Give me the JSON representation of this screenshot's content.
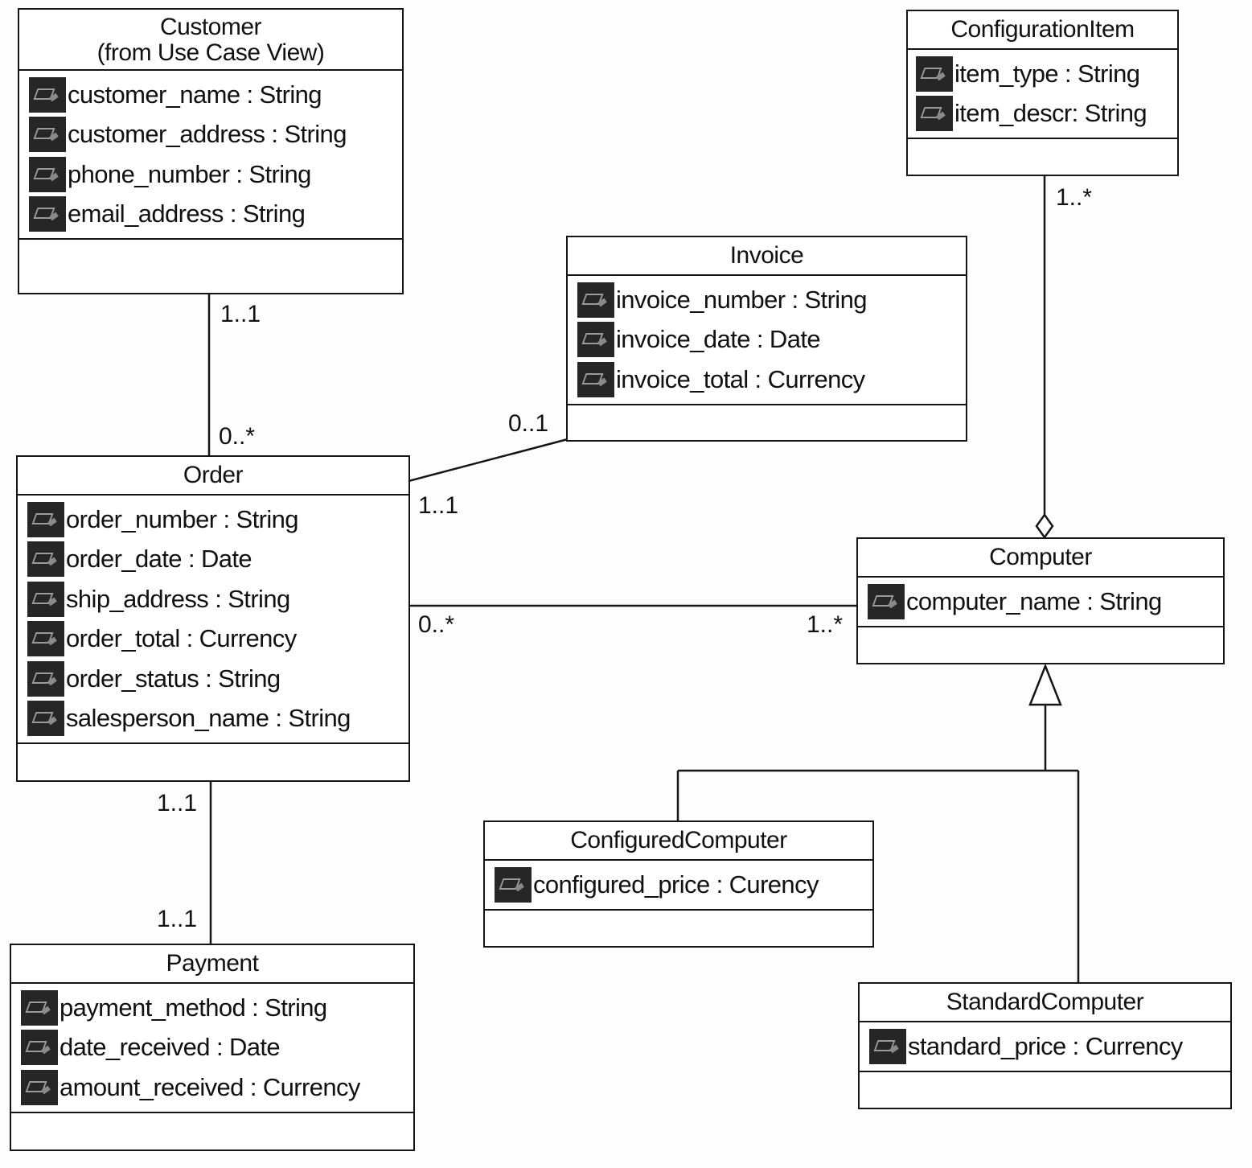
{
  "classes": {
    "customer": {
      "name": "Customer",
      "stereotype": "(from Use Case View)",
      "attributes": [
        "customer_name : String",
        "customer_address : String",
        "phone_number : String",
        "email_address : String"
      ]
    },
    "configuration_item": {
      "name": "ConfigurationItem",
      "attributes": [
        "item_type : String",
        "item_descr: String"
      ]
    },
    "invoice": {
      "name": "Invoice",
      "attributes": [
        "invoice_number : String",
        "invoice_date : Date",
        "invoice_total : Currency"
      ]
    },
    "order": {
      "name": "Order",
      "attributes": [
        "order_number : String",
        "order_date : Date",
        "ship_address : String",
        "order_total : Currency",
        "order_status : String",
        "salesperson_name : String"
      ]
    },
    "computer": {
      "name": "Computer",
      "attributes": [
        "computer_name : String"
      ]
    },
    "configured_computer": {
      "name": "ConfiguredComputer",
      "attributes": [
        "configured_price : Curency"
      ]
    },
    "standard_computer": {
      "name": "StandardComputer",
      "attributes": [
        "standard_price : Currency"
      ]
    },
    "payment": {
      "name": "Payment",
      "attributes": [
        "payment_method : String",
        "date_received : Date",
        "amount_received : Currency"
      ]
    }
  },
  "relationships": {
    "customer_order": {
      "type": "association",
      "customer_end": "1..1",
      "order_end": "0..*"
    },
    "order_invoice": {
      "type": "association",
      "order_end": "1..1",
      "invoice_end": "0..1"
    },
    "order_computer": {
      "type": "association",
      "order_end": "0..*",
      "computer_end": "1..*"
    },
    "order_payment": {
      "type": "association",
      "order_end": "1..1",
      "payment_end": "1..1"
    },
    "computer_configuration_item": {
      "type": "aggregation",
      "configuration_item_end": "1..*"
    },
    "computer_generalization": {
      "type": "generalization",
      "parent": "Computer",
      "children": [
        "ConfiguredComputer",
        "StandardComputer"
      ]
    }
  },
  "colors": {
    "line": "#151515",
    "attribute_icon": "#262626",
    "background": "#ffffff"
  }
}
